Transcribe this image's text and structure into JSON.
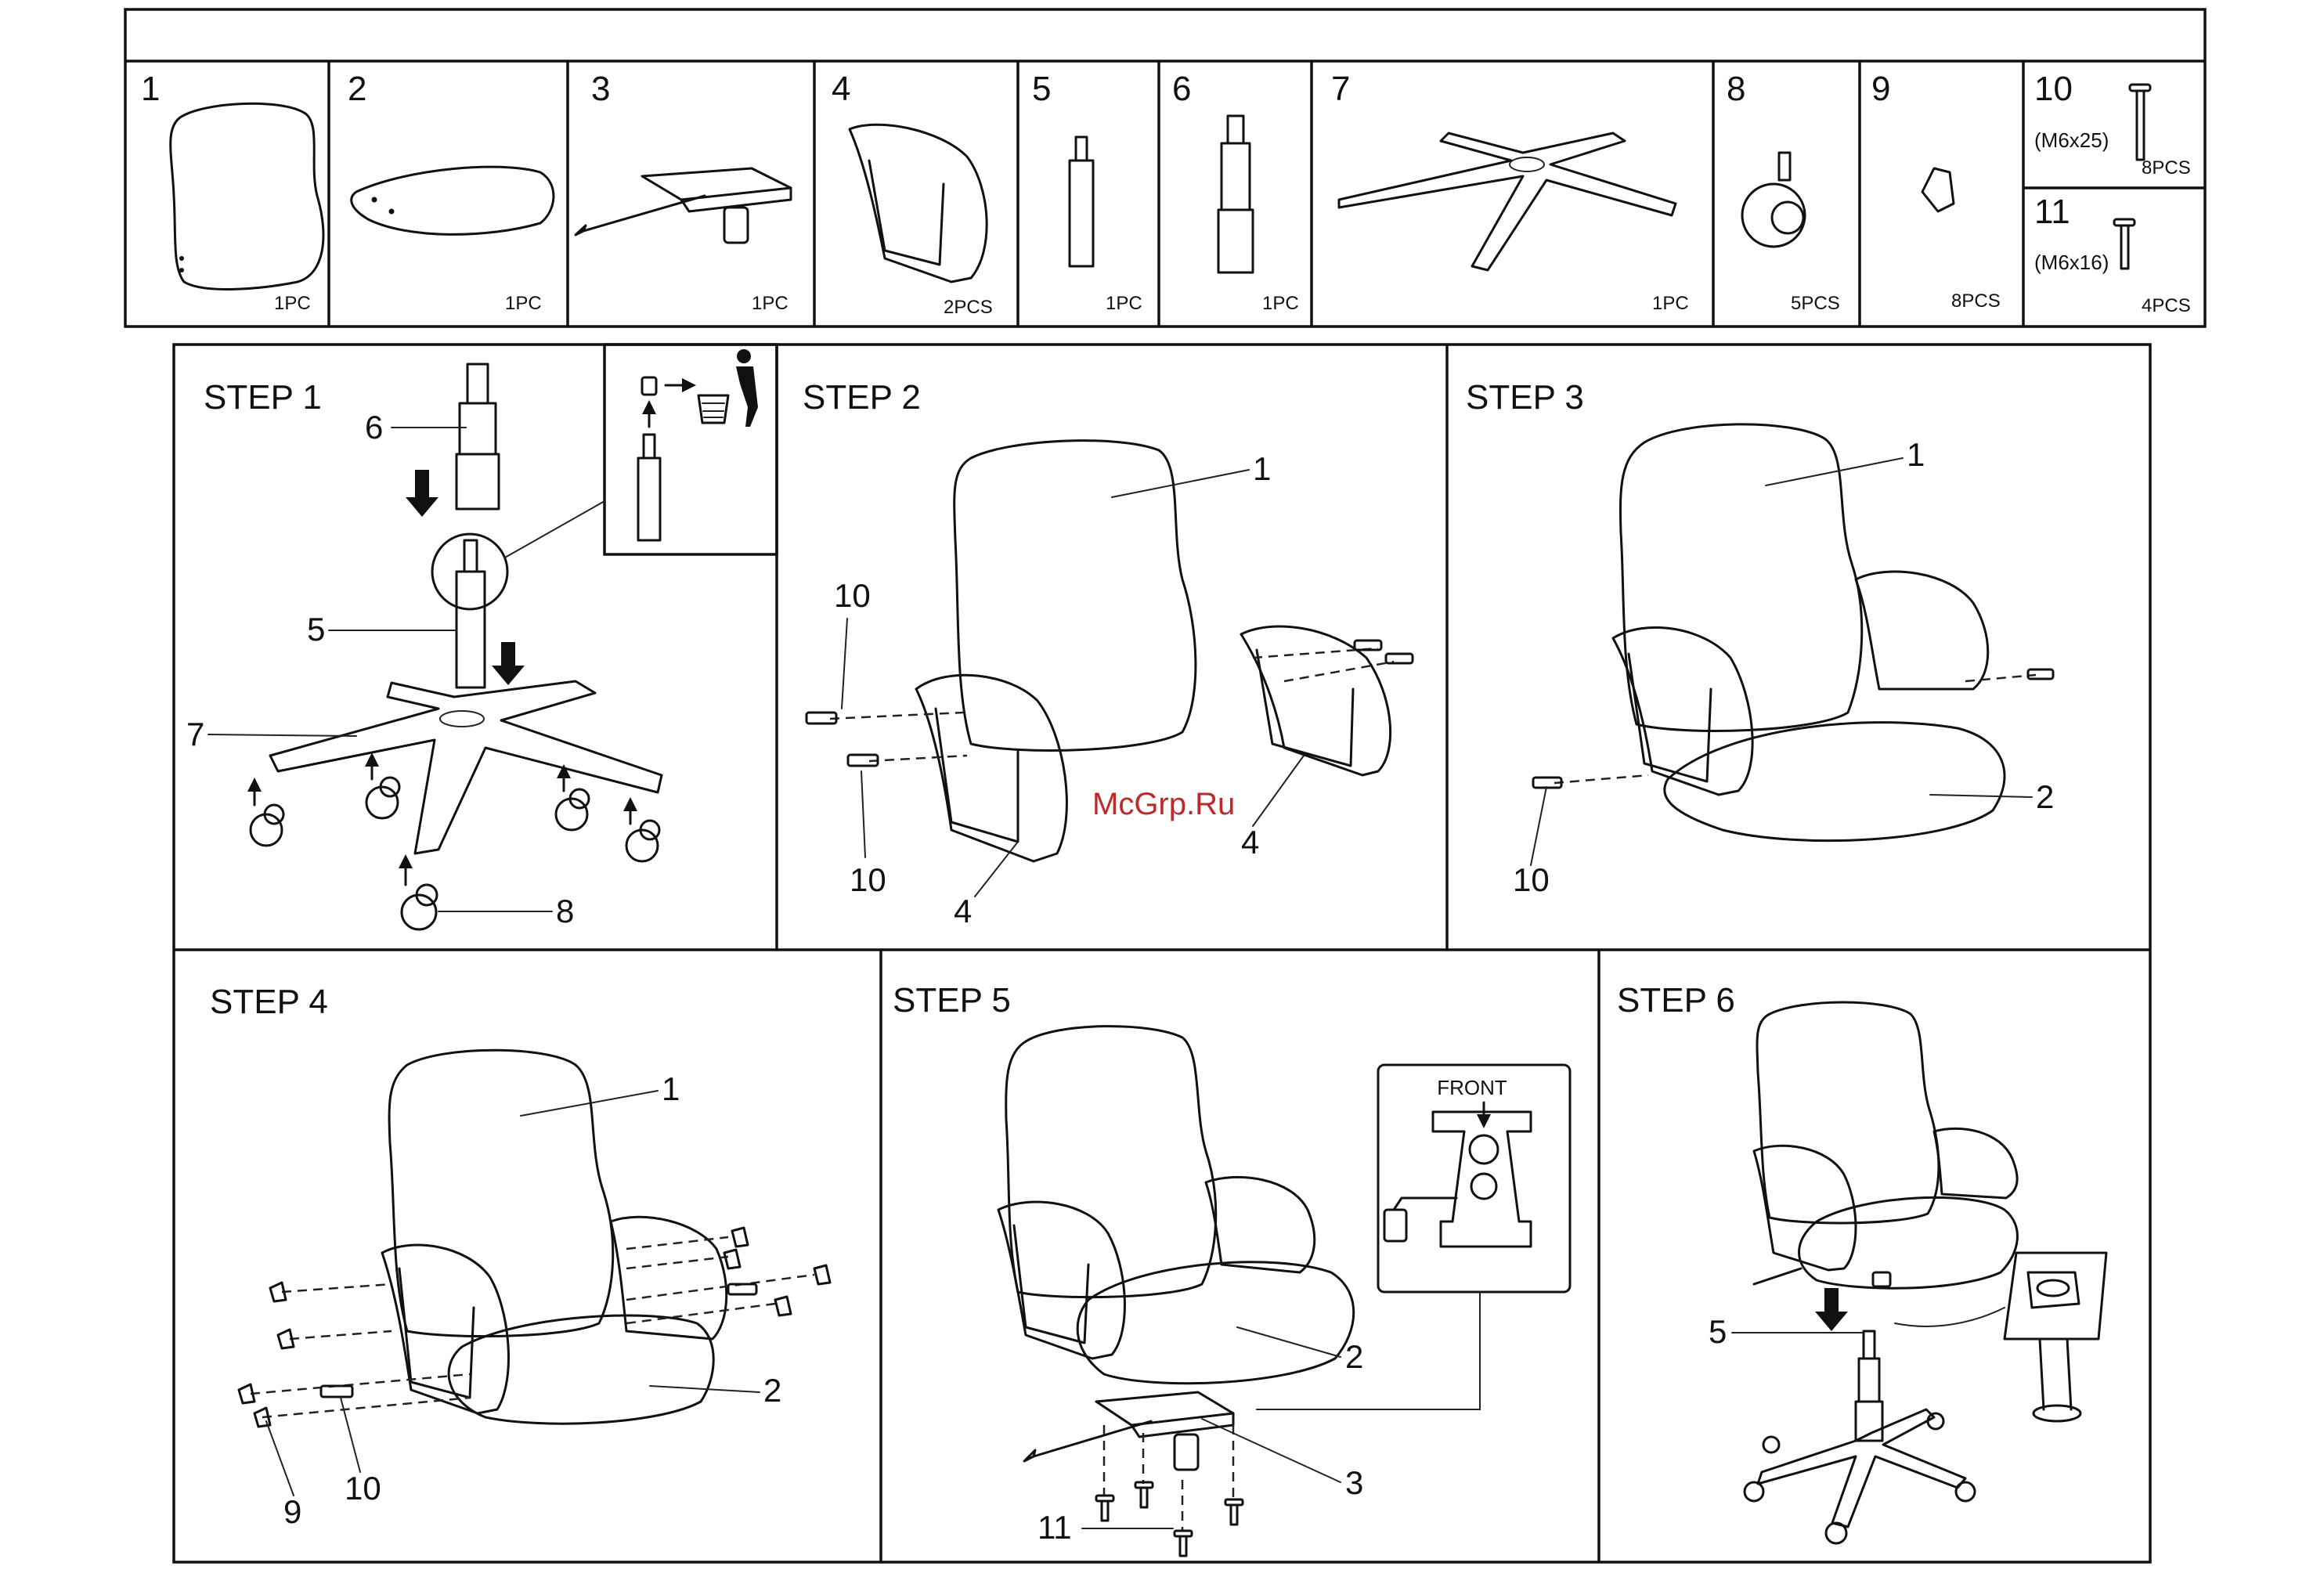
{
  "parts": [
    {
      "num": "1",
      "qty": "1PC"
    },
    {
      "num": "2",
      "qty": "1PC"
    },
    {
      "num": "3",
      "qty": "1PC"
    },
    {
      "num": "4",
      "qty": "2PCS"
    },
    {
      "num": "5",
      "qty": "1PC"
    },
    {
      "num": "6",
      "qty": "1PC"
    },
    {
      "num": "7",
      "qty": "1PC"
    },
    {
      "num": "8",
      "qty": "5PCS"
    },
    {
      "num": "9",
      "qty": "8PCS"
    },
    {
      "num": "10",
      "spec": "(M6x25)",
      "qty": "8PCS"
    },
    {
      "num": "11",
      "spec": "(M6x16)",
      "qty": "4PCS"
    }
  ],
  "steps": {
    "s1": {
      "title": "STEP 1",
      "labels": [
        "6",
        "5",
        "7",
        "8"
      ]
    },
    "s2": {
      "title": "STEP 2",
      "labels": [
        "1",
        "10",
        "10",
        "4",
        "4"
      ]
    },
    "s3": {
      "title": "STEP 3",
      "labels": [
        "1",
        "10",
        "2"
      ]
    },
    "s4": {
      "title": "STEP 4",
      "labels": [
        "1",
        "2",
        "9",
        "10"
      ]
    },
    "s5": {
      "title": "STEP 5",
      "labels": [
        "2",
        "3",
        "11"
      ],
      "inset_label": "FRONT"
    },
    "s6": {
      "title": "STEP 6",
      "labels": [
        "5"
      ]
    }
  },
  "watermark": "McGrp.Ru",
  "icons": [
    "trash-bin-icon",
    "down-arrow-icon",
    "up-arrow-icon"
  ]
}
